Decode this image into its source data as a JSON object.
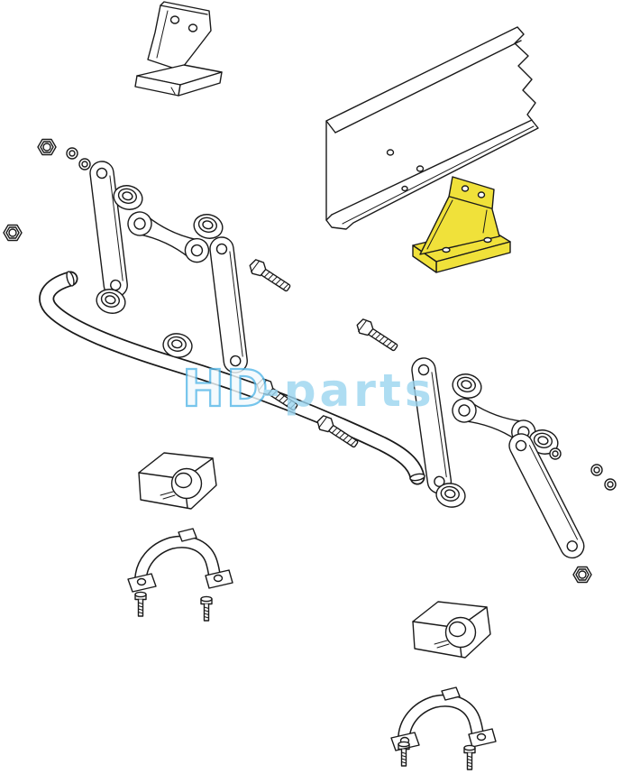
{
  "page": {
    "background": "#ffffff"
  },
  "watermark": {
    "brand": "HD",
    "suffix": "-parts",
    "brand_color": "#54b7e8",
    "suffix_color": "#9bd5f0"
  },
  "diagram": {
    "type": "exploded-parts-diagram",
    "subject": "stabilizer (sway) bar mounting and linkage kit",
    "line_color": "#1a1a1a",
    "highlight_color": "#f0e13a",
    "highlighted_part": "frame-mounting-bracket",
    "parts": [
      {
        "name": "upper-mounting-bracket",
        "qty": 1
      },
      {
        "name": "frame-rail-section",
        "qty": 1
      },
      {
        "name": "frame-mounting-bracket-highlighted",
        "qty": 1
      },
      {
        "name": "stabilizer-bar",
        "qty": 1
      },
      {
        "name": "link-plate",
        "qty": 4
      },
      {
        "name": "link-arm",
        "qty": 2
      },
      {
        "name": "bushing",
        "qty": 7
      },
      {
        "name": "washer",
        "qty": 5
      },
      {
        "name": "hex-nut",
        "qty": 3
      },
      {
        "name": "hex-bolt",
        "qty": 4
      },
      {
        "name": "screw",
        "qty": 4
      },
      {
        "name": "stabilizer-bushing-block",
        "qty": 2
      },
      {
        "name": "bushing-clamp",
        "qty": 2
      }
    ]
  }
}
